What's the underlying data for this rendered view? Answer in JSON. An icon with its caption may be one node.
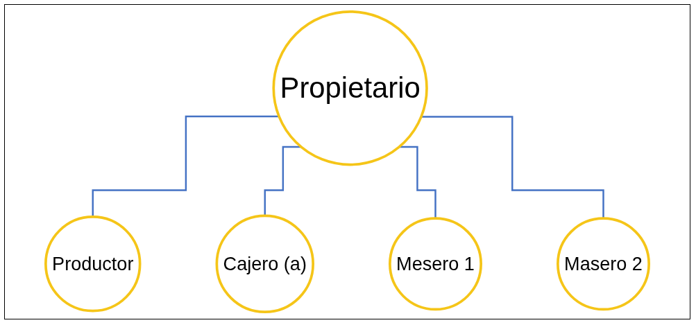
{
  "diagram": {
    "nodes": [
      {
        "text": [
          "Propietario"
        ]
      },
      {
        "text": [
          "Productor"
        ]
      },
      {
        "text": [
          "Cajero (a)"
        ]
      },
      {
        "text": [
          "Mesero 1"
        ]
      },
      {
        "text": [
          "Masero 2"
        ]
      }
    ],
    "edges": [
      {
        "from": 0,
        "to": 1,
        "arrow": "none"
      },
      {
        "from": 0,
        "to": 2,
        "arrow": "none"
      },
      {
        "from": 0,
        "to": 3,
        "arrow": "none"
      },
      {
        "from": 0,
        "to": 4,
        "arrow": "none"
      }
    ]
  }
}
